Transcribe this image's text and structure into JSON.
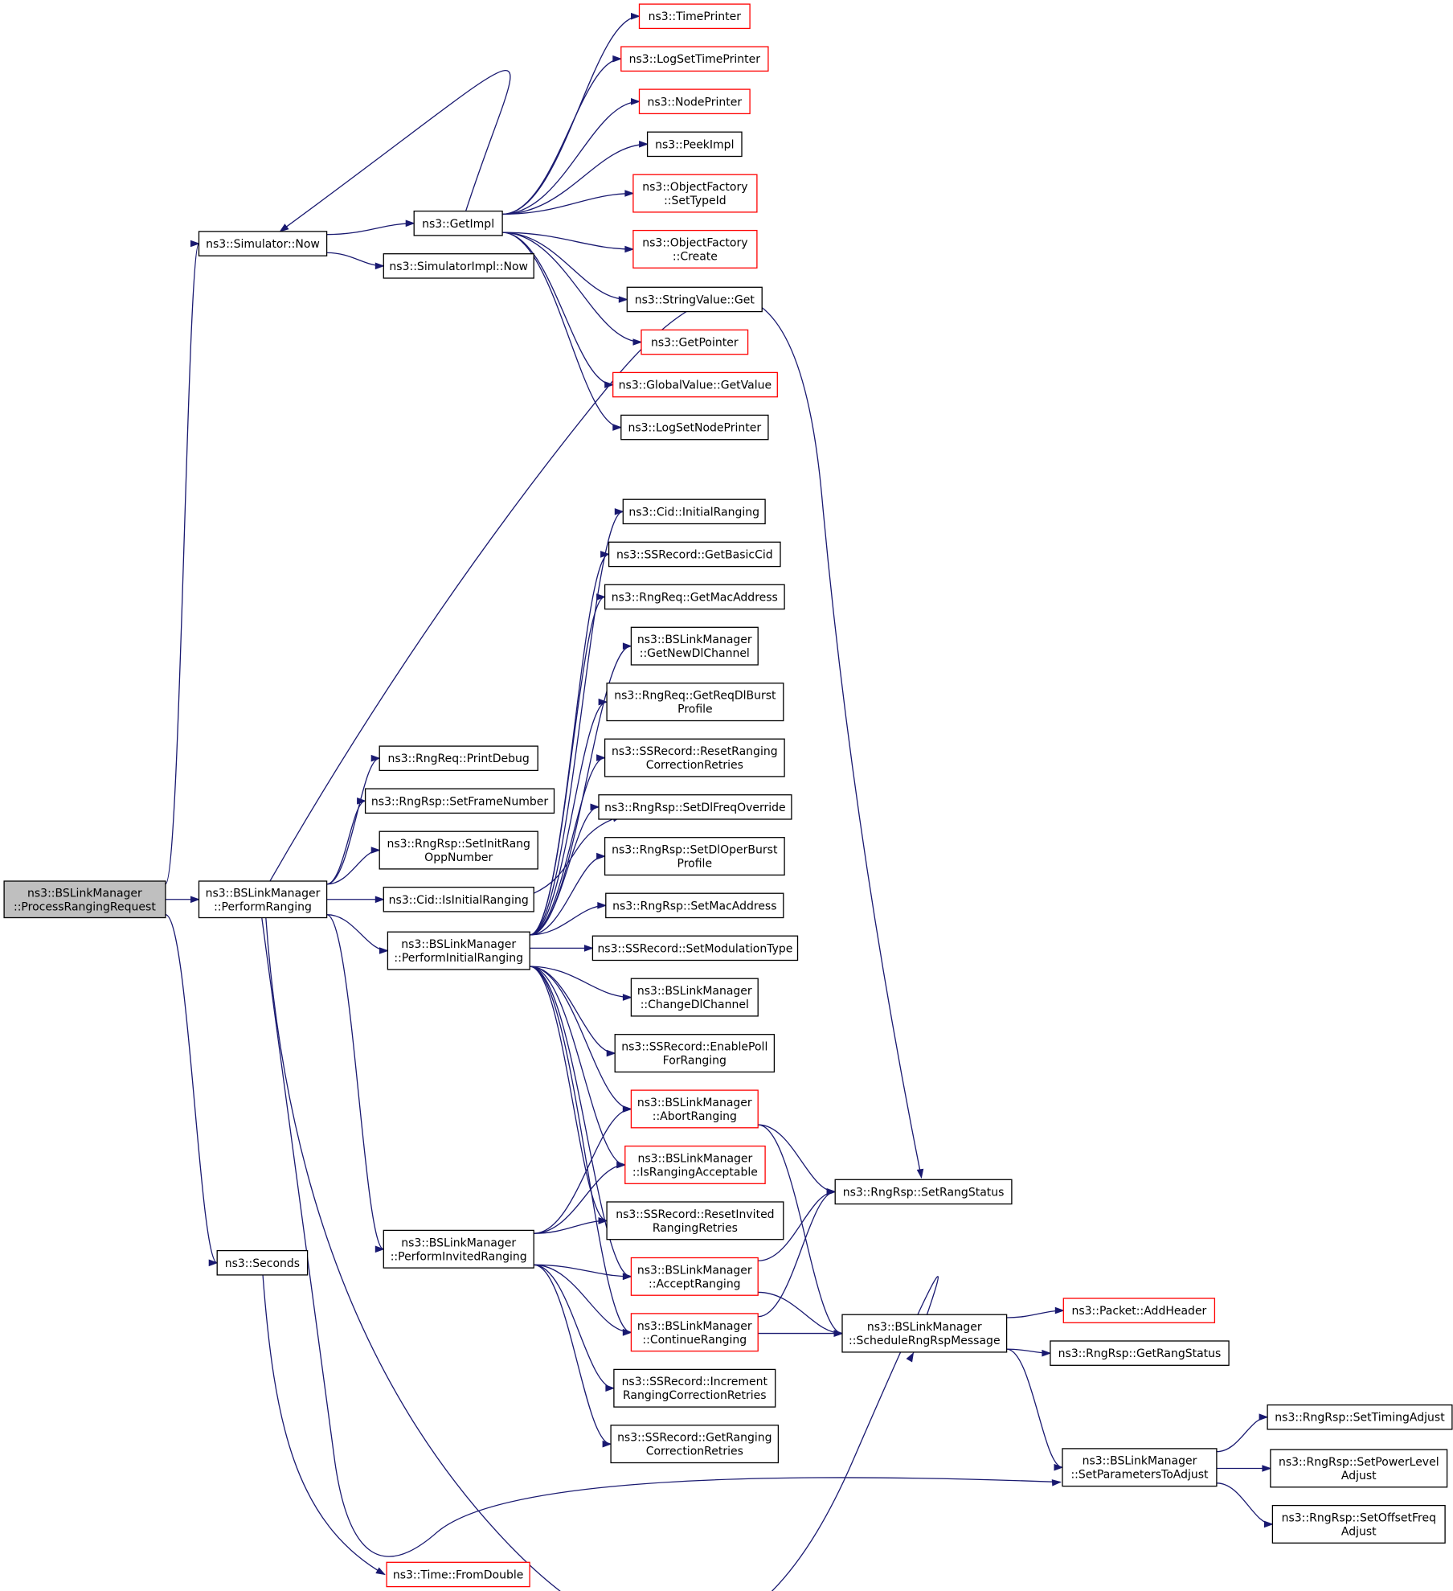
{
  "nodes": [
    {
      "id": "root",
      "lines": [
        "ns3::BSLinkManager",
        "::ProcessRangingRequest"
      ],
      "style": "root"
    },
    {
      "id": "simnow",
      "lines": [
        "ns3::Simulator::Now"
      ],
      "style": "black"
    },
    {
      "id": "perfrang",
      "lines": [
        "ns3::BSLinkManager",
        "::PerformRanging"
      ],
      "style": "black"
    },
    {
      "id": "seconds",
      "lines": [
        "ns3::Seconds"
      ],
      "style": "black"
    },
    {
      "id": "getimpl",
      "lines": [
        "ns3::GetImpl"
      ],
      "style": "black"
    },
    {
      "id": "simimplnow",
      "lines": [
        "ns3::SimulatorImpl::Now"
      ],
      "style": "black"
    },
    {
      "id": "timeprinter",
      "lines": [
        "ns3::TimePrinter"
      ],
      "style": "red"
    },
    {
      "id": "logsettp",
      "lines": [
        "ns3::LogSetTimePrinter"
      ],
      "style": "red"
    },
    {
      "id": "nodeprinter",
      "lines": [
        "ns3::NodePrinter"
      ],
      "style": "red"
    },
    {
      "id": "peekimpl",
      "lines": [
        "ns3::PeekImpl"
      ],
      "style": "black"
    },
    {
      "id": "ofsettype",
      "lines": [
        "ns3::ObjectFactory",
        "::SetTypeId"
      ],
      "style": "red"
    },
    {
      "id": "ofcreate",
      "lines": [
        "ns3::ObjectFactory",
        "::Create"
      ],
      "style": "red"
    },
    {
      "id": "strget",
      "lines": [
        "ns3::StringValue::Get"
      ],
      "style": "black"
    },
    {
      "id": "getpointer",
      "lines": [
        "ns3::GetPointer"
      ],
      "style": "red"
    },
    {
      "id": "gvget",
      "lines": [
        "ns3::GlobalValue::GetValue"
      ],
      "style": "red"
    },
    {
      "id": "logsetnp",
      "lines": [
        "ns3::LogSetNodePrinter"
      ],
      "style": "black"
    },
    {
      "id": "printdebug",
      "lines": [
        "ns3::RngReq::PrintDebug"
      ],
      "style": "black"
    },
    {
      "id": "setframe",
      "lines": [
        "ns3::RngRsp::SetFrameNumber"
      ],
      "style": "black"
    },
    {
      "id": "setinitrang",
      "lines": [
        "ns3::RngRsp::SetInitRang",
        "OppNumber"
      ],
      "style": "black"
    },
    {
      "id": "isinitial",
      "lines": [
        "ns3::Cid::IsInitialRanging"
      ],
      "style": "black"
    },
    {
      "id": "perfinit",
      "lines": [
        "ns3::BSLinkManager",
        "::PerformInitialRanging"
      ],
      "style": "black"
    },
    {
      "id": "perfinv",
      "lines": [
        "ns3::BSLinkManager",
        "::PerformInvitedRanging"
      ],
      "style": "black"
    },
    {
      "id": "cidinit",
      "lines": [
        "ns3::Cid::InitialRanging"
      ],
      "style": "black"
    },
    {
      "id": "getbasic",
      "lines": [
        "ns3::SSRecord::GetBasicCid"
      ],
      "style": "black"
    },
    {
      "id": "getmac",
      "lines": [
        "ns3::RngReq::GetMacAddress"
      ],
      "style": "black"
    },
    {
      "id": "getnewdl",
      "lines": [
        "ns3::BSLinkManager",
        "::GetNewDlChannel"
      ],
      "style": "black"
    },
    {
      "id": "getreqdl",
      "lines": [
        "ns3::RngReq::GetReqDlBurst",
        "Profile"
      ],
      "style": "black"
    },
    {
      "id": "resetrang",
      "lines": [
        "ns3::SSRecord::ResetRanging",
        "CorrectionRetries"
      ],
      "style": "black"
    },
    {
      "id": "setdlfreq",
      "lines": [
        "ns3::RngRsp::SetDlFreqOverride"
      ],
      "style": "black"
    },
    {
      "id": "setdloper",
      "lines": [
        "ns3::RngRsp::SetDlOperBurst",
        "Profile"
      ],
      "style": "black"
    },
    {
      "id": "setmacaddr",
      "lines": [
        "ns3::RngRsp::SetMacAddress"
      ],
      "style": "black"
    },
    {
      "id": "setmod",
      "lines": [
        "ns3::SSRecord::SetModulationType"
      ],
      "style": "black"
    },
    {
      "id": "changedl",
      "lines": [
        "ns3::BSLinkManager",
        "::ChangeDlChannel"
      ],
      "style": "black"
    },
    {
      "id": "enablepoll",
      "lines": [
        "ns3::SSRecord::EnablePoll",
        "ForRanging"
      ],
      "style": "black"
    },
    {
      "id": "abort",
      "lines": [
        "ns3::BSLinkManager",
        "::AbortRanging"
      ],
      "style": "red"
    },
    {
      "id": "isacc",
      "lines": [
        "ns3::BSLinkManager",
        "::IsRangingAcceptable"
      ],
      "style": "red"
    },
    {
      "id": "resetinv",
      "lines": [
        "ns3::SSRecord::ResetInvited",
        "RangingRetries"
      ],
      "style": "black"
    },
    {
      "id": "accept",
      "lines": [
        "ns3::BSLinkManager",
        "::AcceptRanging"
      ],
      "style": "red"
    },
    {
      "id": "continue",
      "lines": [
        "ns3::BSLinkManager",
        "::ContinueRanging"
      ],
      "style": "red"
    },
    {
      "id": "increment",
      "lines": [
        "ns3::SSRecord::Increment",
        "RangingCorrectionRetries"
      ],
      "style": "black"
    },
    {
      "id": "getrangcorr",
      "lines": [
        "ns3::SSRecord::GetRanging",
        "CorrectionRetries"
      ],
      "style": "black"
    },
    {
      "id": "setrangstatus",
      "lines": [
        "ns3::RngRsp::SetRangStatus"
      ],
      "style": "black"
    },
    {
      "id": "schedule",
      "lines": [
        "ns3::BSLinkManager",
        "::ScheduleRngRspMessage"
      ],
      "style": "black"
    },
    {
      "id": "addheader",
      "lines": [
        "ns3::Packet::AddHeader"
      ],
      "style": "red"
    },
    {
      "id": "getrangstatus",
      "lines": [
        "ns3::RngRsp::GetRangStatus"
      ],
      "style": "black"
    },
    {
      "id": "setparams",
      "lines": [
        "ns3::BSLinkManager",
        "::SetParametersToAdjust"
      ],
      "style": "black"
    },
    {
      "id": "settiming",
      "lines": [
        "ns3::RngRsp::SetTimingAdjust"
      ],
      "style": "black"
    },
    {
      "id": "setpower",
      "lines": [
        "ns3::RngRsp::SetPowerLevel",
        "Adjust"
      ],
      "style": "black"
    },
    {
      "id": "setoffset",
      "lines": [
        "ns3::RngRsp::SetOffsetFreq",
        "Adjust"
      ],
      "style": "black"
    },
    {
      "id": "fromdouble",
      "lines": [
        "ns3::Time::FromDouble"
      ],
      "style": "red"
    }
  ],
  "edges": [
    [
      "root",
      "simnow"
    ],
    [
      "root",
      "perfrang"
    ],
    [
      "root",
      "seconds"
    ],
    [
      "simnow",
      "getimpl"
    ],
    [
      "simnow",
      "simimplnow"
    ],
    [
      "getimpl",
      "timeprinter"
    ],
    [
      "getimpl",
      "logsettp"
    ],
    [
      "getimpl",
      "nodeprinter"
    ],
    [
      "getimpl",
      "peekimpl"
    ],
    [
      "getimpl",
      "ofsettype"
    ],
    [
      "getimpl",
      "ofcreate"
    ],
    [
      "getimpl",
      "strget"
    ],
    [
      "getimpl",
      "getpointer"
    ],
    [
      "getimpl",
      "gvget"
    ],
    [
      "getimpl",
      "logsetnp"
    ],
    [
      "getimpl",
      "simnow"
    ],
    [
      "perfrang",
      "printdebug"
    ],
    [
      "perfrang",
      "setframe"
    ],
    [
      "perfrang",
      "setinitrang"
    ],
    [
      "perfrang",
      "isinitial"
    ],
    [
      "perfrang",
      "perfinit"
    ],
    [
      "perfrang",
      "perfinv"
    ],
    [
      "perfrang",
      "setrangstatus"
    ],
    [
      "perfrang",
      "schedule"
    ],
    [
      "perfrang",
      "setparams"
    ],
    [
      "isinitial",
      "setdlfreq"
    ],
    [
      "perfinit",
      "cidinit"
    ],
    [
      "perfinit",
      "getbasic"
    ],
    [
      "perfinit",
      "getmac"
    ],
    [
      "perfinit",
      "getnewdl"
    ],
    [
      "perfinit",
      "getreqdl"
    ],
    [
      "perfinit",
      "resetrang"
    ],
    [
      "perfinit",
      "setdlfreq"
    ],
    [
      "perfinit",
      "setdloper"
    ],
    [
      "perfinit",
      "setmacaddr"
    ],
    [
      "perfinit",
      "setmod"
    ],
    [
      "perfinit",
      "changedl"
    ],
    [
      "perfinit",
      "enablepoll"
    ],
    [
      "perfinit",
      "abort"
    ],
    [
      "perfinit",
      "isacc"
    ],
    [
      "perfinit",
      "resetinv"
    ],
    [
      "perfinit",
      "accept"
    ],
    [
      "perfinit",
      "continue"
    ],
    [
      "perfinv",
      "abort"
    ],
    [
      "perfinv",
      "isacc"
    ],
    [
      "perfinv",
      "resetinv"
    ],
    [
      "perfinv",
      "accept"
    ],
    [
      "perfinv",
      "continue"
    ],
    [
      "perfinv",
      "increment"
    ],
    [
      "perfinv",
      "getrangcorr"
    ],
    [
      "abort",
      "setrangstatus"
    ],
    [
      "abort",
      "schedule"
    ],
    [
      "accept",
      "setrangstatus"
    ],
    [
      "accept",
      "schedule"
    ],
    [
      "continue",
      "setrangstatus"
    ],
    [
      "continue",
      "schedule"
    ],
    [
      "schedule",
      "addheader"
    ],
    [
      "schedule",
      "getrangstatus"
    ],
    [
      "schedule",
      "setparams"
    ],
    [
      "setparams",
      "settiming"
    ],
    [
      "setparams",
      "setpower"
    ],
    [
      "setparams",
      "setoffset"
    ],
    [
      "seconds",
      "fromdouble"
    ]
  ],
  "colors": {
    "edge": "#191970",
    "red_border": "#ff0000",
    "black_border": "#000000",
    "root_fill": "#bfbfbf"
  }
}
